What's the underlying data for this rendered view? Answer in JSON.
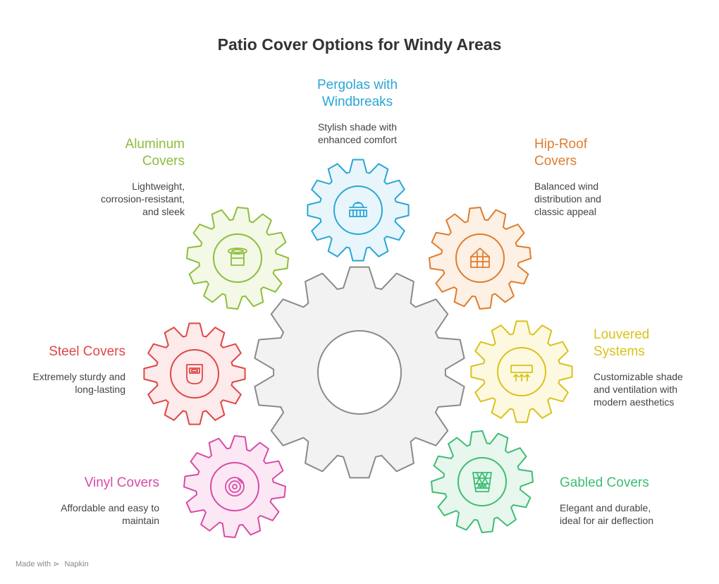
{
  "title": "Patio Cover Options for Windy Areas",
  "options": [
    {
      "name": "Pergolas with Windbreaks",
      "description": "Stylish shade with enhanced comfort",
      "color": "#2aa6d6",
      "fill": "#e8f6fc",
      "icon": "pergola-icon"
    },
    {
      "name": "Aluminum Covers",
      "description": "Lightweight, corrosion-resistant, and sleek",
      "color": "#8dbd3c",
      "fill": "#f3f9e6",
      "icon": "canopy-icon"
    },
    {
      "name": "Hip-Roof Covers",
      "description": "Balanced wind distribution and classic appeal",
      "color": "#e07c2c",
      "fill": "#fdf0e4",
      "icon": "greenhouse-icon"
    },
    {
      "name": "Steel Covers",
      "description": "Extremely sturdy and long-lasting",
      "color": "#e04646",
      "fill": "#fdeaea",
      "icon": "welding-mask-icon"
    },
    {
      "name": "Louvered Systems",
      "description": "Customizable shade and ventilation with modern aesthetics",
      "color": "#d9c21c",
      "fill": "#fdf9e0",
      "icon": "heater-icon"
    },
    {
      "name": "Vinyl Covers",
      "description": "Affordable and easy to maintain",
      "color": "#d84ba6",
      "fill": "#fce8f4",
      "icon": "vinyl-record-icon"
    },
    {
      "name": "Gabled Covers",
      "description": "Elegant and durable, ideal for air deflection",
      "color": "#3dbd74",
      "fill": "#e7f7ed",
      "icon": "mesh-net-icon"
    }
  ],
  "central_gear": {
    "stroke": "#8a8a8a",
    "fill": "#f2f2f2"
  },
  "footer": {
    "made_with": "Made with",
    "brand": "Napkin"
  }
}
